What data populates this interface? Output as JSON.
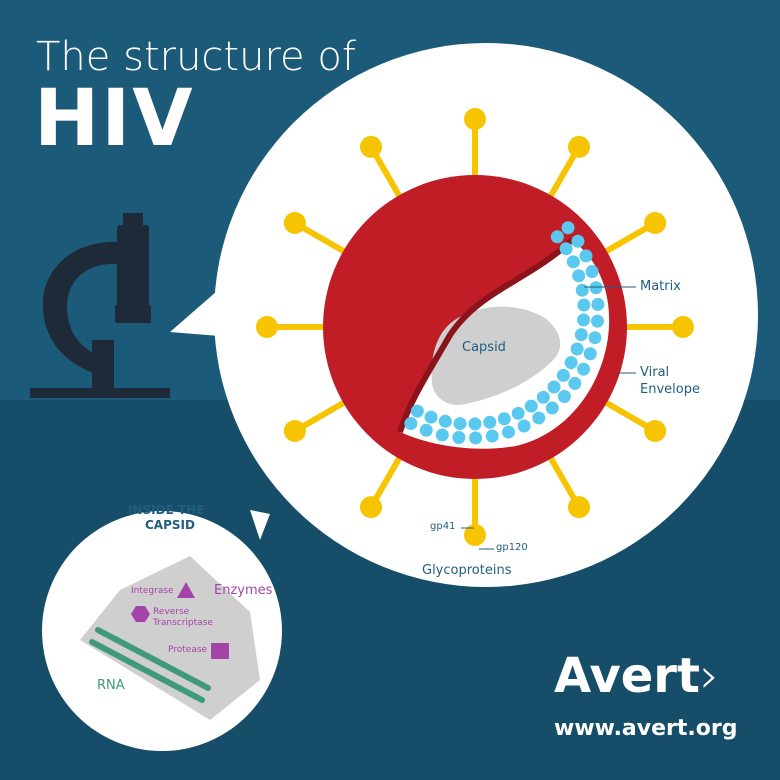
{
  "title": {
    "line1": "The structure of",
    "line2": "HIV"
  },
  "virus": {
    "capsid": "Capsid",
    "matrix": "Matrix",
    "envelope_line1": "Viral",
    "envelope_line2": "Envelope",
    "gp41": "gp41",
    "gp120": "gp120",
    "glycoproteins": "Glycoproteins"
  },
  "inset": {
    "title_line1": "INSIDE THE",
    "title_line2": "CAPSID",
    "integrase": "Integrase",
    "reverse_line1": "Reverse",
    "reverse_line2": "Transcriptase",
    "protease": "Protease",
    "enzymes": "Enzymes",
    "rna": "RNA"
  },
  "brand": {
    "logo": "Avert",
    "url": "www.avert.org"
  },
  "colors": {
    "bg_top": "#1b5a78",
    "bg_bottom": "#164d68",
    "virus_red": "#c11d26",
    "gold": "#f6c400",
    "matrix_blue": "#5bc8ef",
    "capsid_grey": "#cfcfcf",
    "label_blue": "#1f5e7f",
    "enzyme_purple": "#a443a8",
    "rna_green": "#3f9a7a",
    "microscope": "#1f2a38"
  },
  "icons": [
    "microscope-icon",
    "triangle-icon",
    "hexagon-icon",
    "square-icon",
    "chevron-right-icon"
  ]
}
